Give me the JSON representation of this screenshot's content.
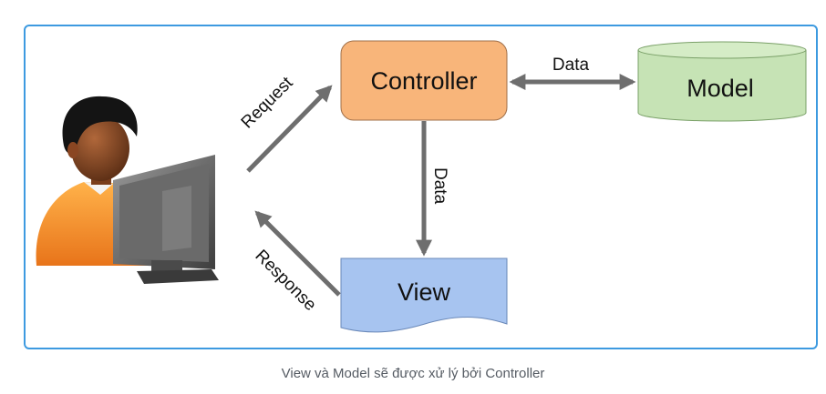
{
  "diagram": {
    "nodes": {
      "controller": "Controller",
      "model": "Model",
      "view": "View"
    },
    "edges": {
      "request": "Request",
      "response": "Response",
      "controller_model": "Data",
      "controller_view": "Data"
    },
    "colors": {
      "controller_fill": "#f8b57a",
      "model_fill": "#c6e3b5",
      "view_fill": "#a7c4f0",
      "arrow": "#6e6e6e",
      "frame_border": "#3d9ae0"
    },
    "icons": [
      "user-icon",
      "computer-monitor-icon"
    ]
  },
  "caption": "View và Model sẽ được xử lý bởi Controller"
}
